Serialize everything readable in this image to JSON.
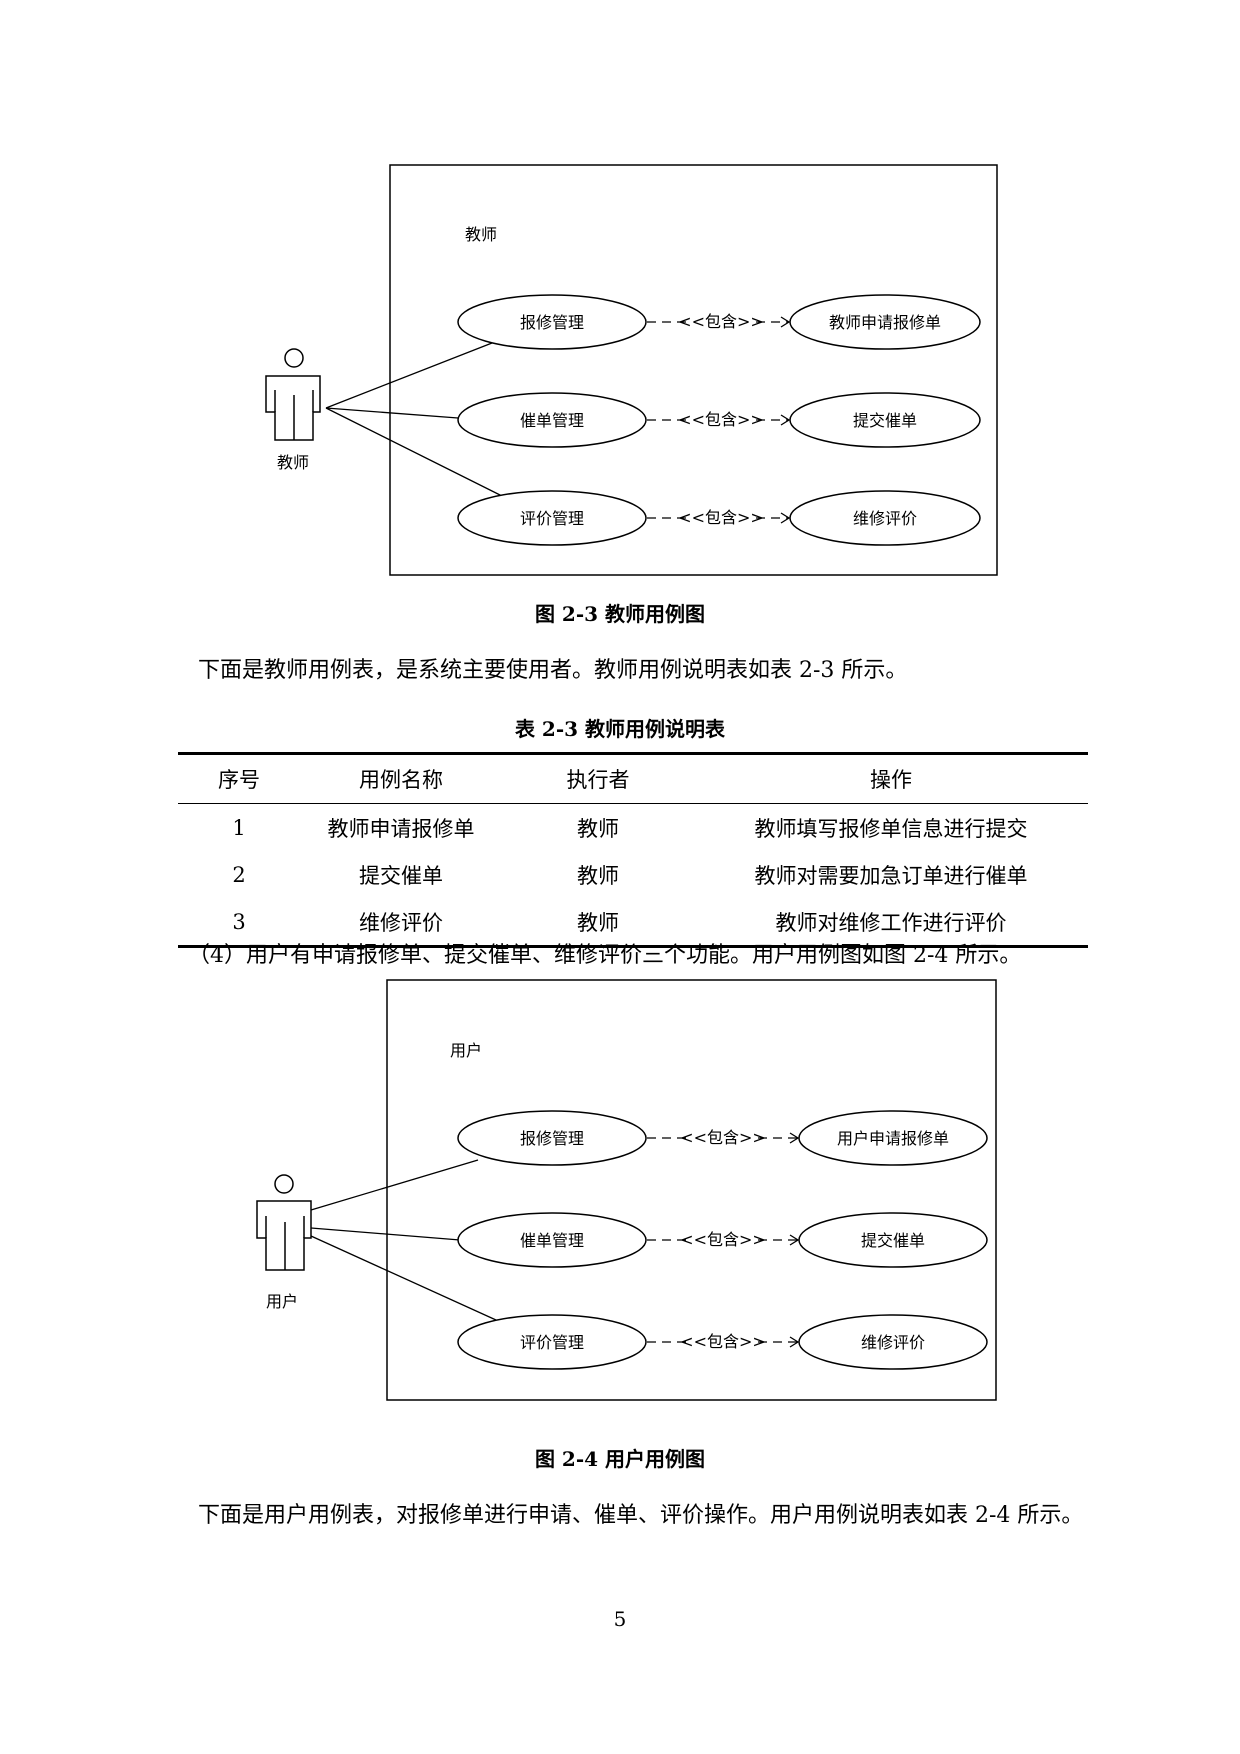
{
  "figure1": {
    "system_label": "教师",
    "actor_label": "教师",
    "left_cases": [
      "报修管理",
      "催单管理",
      "评价管理"
    ],
    "right_cases": [
      "教师申请报修单",
      "提交催单",
      "维修评价"
    ],
    "include_label": "<<包含>>",
    "caption": "图 2-3  教师用例图"
  },
  "paragraph1": "下面是教师用例表，是系统主要使用者。教师用例说明表如表 2-3 所示。",
  "table": {
    "caption": "表 2-3  教师用例说明表",
    "headers": [
      "序号",
      "用例名称",
      "执行者",
      "操作"
    ],
    "rows": [
      [
        "1",
        "教师申请报修单",
        "教师",
        "教师填写报修单信息进行提交"
      ],
      [
        "2",
        "提交催单",
        "教师",
        "教师对需要加急订单进行催单"
      ],
      [
        "3",
        "维修评价",
        "教师",
        "教师对维修工作进行评价"
      ]
    ]
  },
  "paragraph2": "（4）用户有申请报修单、提交催单、维修评价三个功能。用户用例图如图 2-4 所示。",
  "figure2": {
    "system_label": "用户",
    "actor_label": "用户",
    "left_cases": [
      "报修管理",
      "催单管理",
      "评价管理"
    ],
    "right_cases": [
      "用户申请报修单",
      "提交催单",
      "维修评价"
    ],
    "include_label": "<<包含>>",
    "caption": "图 2-4  用户用例图"
  },
  "paragraph3": "下面是用户用例表，对报修单进行申请、催单、评价操作。用户用例说明表如表 2-4 所示。",
  "page_number": "5"
}
